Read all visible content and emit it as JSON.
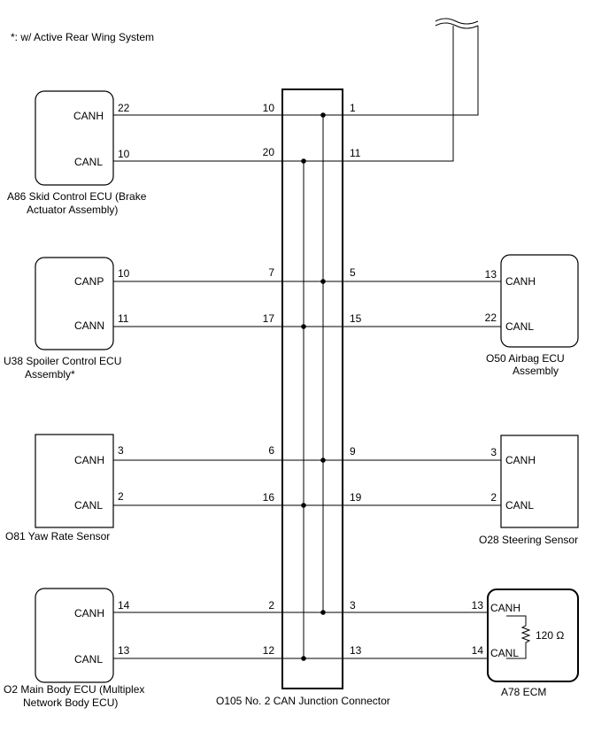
{
  "note": "*: w/ Active Rear Wing System",
  "connector": {
    "name": "O105  No. 2 CAN Junction Connector"
  },
  "components": {
    "a86": {
      "name_lines": [
        "A86  Skid Control ECU (Brake",
        "Actuator Assembly)"
      ],
      "sig_h": "CANH",
      "sig_l": "CANL",
      "pin_h": "22",
      "pin_l": "10"
    },
    "u38": {
      "name_lines": [
        "U38 Spoiler Control ECU",
        "Assembly*"
      ],
      "sig_h": "CANP",
      "sig_l": "CANN",
      "pin_h": "10",
      "pin_l": "11"
    },
    "o81": {
      "name_lines": [
        "O81  Yaw Rate Sensor"
      ],
      "sig_h": "CANH",
      "sig_l": "CANL",
      "pin_h": "3",
      "pin_l": "2"
    },
    "o2": {
      "name_lines": [
        "O2  Main Body ECU (Multiplex",
        "Network Body ECU)"
      ],
      "sig_h": "CANH",
      "sig_l": "CANL",
      "pin_h": "14",
      "pin_l": "13"
    },
    "o50": {
      "name_lines": [
        "O50  Airbag ECU",
        "Assembly"
      ],
      "sig_h": "CANH",
      "sig_l": "CANL",
      "pin_h": "13",
      "pin_l": "22"
    },
    "o28": {
      "name_lines": [
        "O28  Steering Sensor"
      ],
      "sig_h": "CANH",
      "sig_l": "CANL",
      "pin_h": "3",
      "pin_l": "2"
    },
    "a78": {
      "name_lines": [
        "A78  ECM"
      ],
      "sig_h": "CANH",
      "sig_l": "CANL",
      "pin_h": "13",
      "pin_l": "14",
      "resistor": "120 Ω"
    }
  },
  "junction_pins": {
    "left": [
      [
        "10",
        "20"
      ],
      [
        "7",
        "17"
      ],
      [
        "6",
        "16"
      ],
      [
        "2",
        "12"
      ]
    ],
    "right": [
      [
        "1",
        "11"
      ],
      [
        "5",
        "15"
      ],
      [
        "9",
        "19"
      ],
      [
        "3",
        "13"
      ]
    ]
  }
}
